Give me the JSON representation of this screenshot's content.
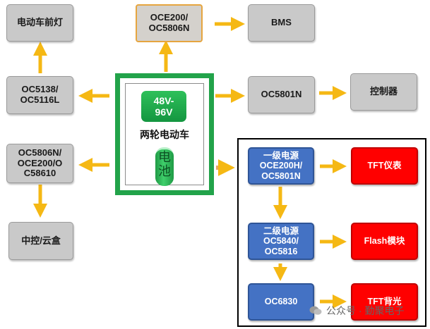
{
  "nodes": {
    "front_light": "电动车前灯",
    "oce200_top": "OCE200/\nOC5806N",
    "bms": "BMS",
    "oc5138": "OC5138/\nOC5116L",
    "oc5801n": "OC5801N",
    "controller": "控制器",
    "oc5806n_left": "OC5806N/\nOCE200/O\nC58610",
    "central_console": "中控/云盒",
    "stage1": "一级电源\nOCE200H/\nOC5801N",
    "tft_meter": "TFT仪表",
    "stage2": "二级电源\nOC5840/\nOC5816",
    "flash_module": "Flash模块",
    "oc6830": "OC6830",
    "tft_backlight": "TFT背光"
  },
  "center": {
    "voltage": "48V-\n96V",
    "vehicle": "两轮电动车",
    "battery": "电\n池"
  },
  "watermark": {
    "text": "公众号 · 勤聚电子"
  },
  "colors": {
    "arrow": "#f5b814",
    "frame_green": "#22a34a",
    "blue_box": "#4472c4",
    "red_box": "#ff0000",
    "gray_box": "#c9c9c9"
  }
}
